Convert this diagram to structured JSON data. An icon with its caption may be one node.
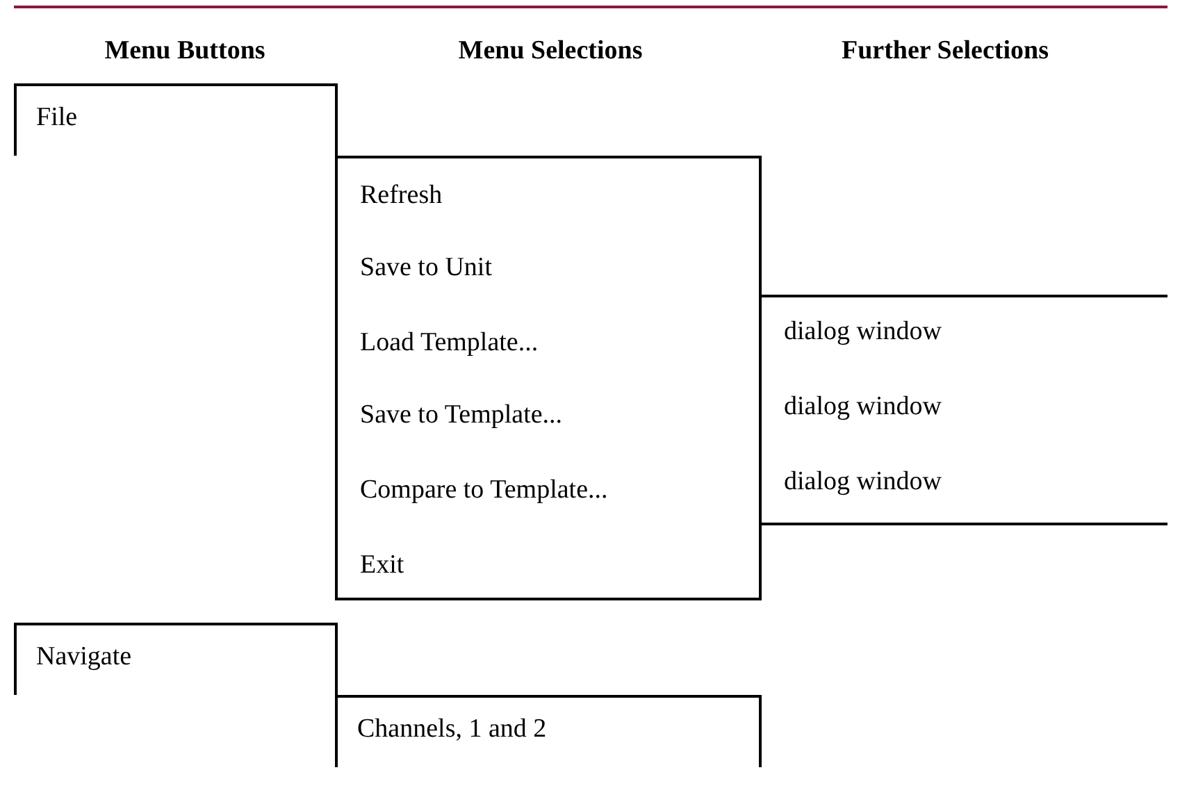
{
  "diagram": {
    "nodes": [
      {
        "text": [
          "File"
        ]
      },
      {
        "text": [],
        "shape": "box"
      },
      {
        "text": [
          "Refresh"
        ],
        "in": 1
      },
      {
        "text": [
          "Save to Unit"
        ],
        "in": 1
      },
      {
        "text": [
          "Load Template..."
        ],
        "in": 1
      },
      {
        "text": [
          "Save to Template..."
        ],
        "in": 1
      },
      {
        "text": [
          "Compare to Template..."
        ],
        "in": 1
      },
      {
        "text": [
          "Exit"
        ],
        "in": 1
      },
      {
        "text": [],
        "shape": "box"
      },
      {
        "text": [
          "dialog window"
        ],
        "in": 8
      },
      {
        "text": [
          "dialog window"
        ],
        "in": 8
      },
      {
        "text": [
          "dialog window"
        ],
        "in": 8
      },
      {
        "text": [
          "Navigate"
        ]
      },
      {
        "text": [
          "Channels, 1 and 2"
        ]
      }
    ],
    "labels": [
      "Menu Buttons",
      "Menu Selections",
      "Further Selections"
    ]
  }
}
